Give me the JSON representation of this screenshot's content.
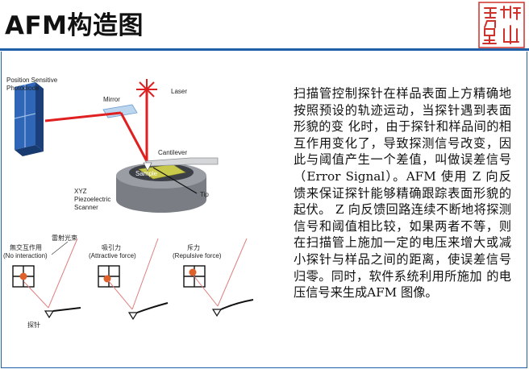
{
  "title": "AFM构造图",
  "logo_text": "研 究 院 山 院",
  "diagram": {
    "psd_label_1": "Position Sensitive",
    "psd_label_2": "Photodiode",
    "mirror": "Mirror",
    "laser": "Laser",
    "cantilever": "Cantilever",
    "sample": "Sample",
    "scanner_1": "XYZ",
    "scanner_2": "Piezoelectric",
    "scanner_3": "Scanner",
    "tip": "Tip"
  },
  "force_panels": {
    "laser_beam": "雷射光束",
    "probe": "探针",
    "panels": [
      {
        "cn": "無交互作用",
        "en": "(No interaction)"
      },
      {
        "cn": "吸引力",
        "en": "(Attractive force)"
      },
      {
        "cn": "斥力",
        "en": "(Repulsive force)"
      }
    ]
  },
  "description": "扫描管控制探针在样品表面上方精确地按照预设的轨迹运动，当探针遇到表面形貌的变 化时，由于探针和样品间的相互作用变化了，导致探测信号改变，因此与阈值产生一个差值，叫做误差信号（Error Signal）。AFM 使用 Z 向反馈来保证探针能够精确跟踪表面形貌的起伏。 Z 向反馈回路连续不断地将探测信号和阈值相比较，如果两者不等，则在扫描管上施加一定的电压来增大或减小探针与样品之间的距离，使误差信号归零。同时，软件系统利用所施加 的电压信号来生成AFM 图像。",
  "colors": {
    "accent": "#1f5fa8",
    "laser": "#e02020",
    "logo": "#d0302a"
  }
}
